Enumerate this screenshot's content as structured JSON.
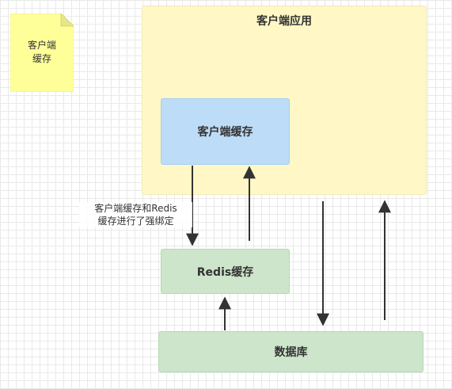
{
  "diagram": {
    "client_app": {
      "label": "客户端应用"
    },
    "client_cache": {
      "label": "客户端缓存"
    },
    "redis_cache": {
      "label": "Redis缓存"
    },
    "database": {
      "label": "数据库"
    },
    "sticky_note": {
      "text": "客户端\n缓存"
    },
    "edge_label": {
      "text": "客户端缓存和Redis\n缓存进行了强绑定"
    },
    "colors": {
      "app_fill": "#fff8c6",
      "client_cache_fill": "#bddcf7",
      "storage_fill": "#cde5ca",
      "note_fill": "#ffff99",
      "arrow": "#333333"
    }
  }
}
